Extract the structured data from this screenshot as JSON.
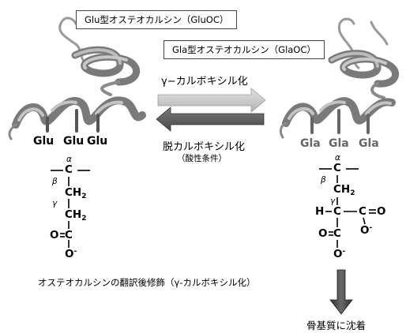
{
  "labels": {
    "glu_form": "Glu型オステオカルシン（GluOC）",
    "gla_form": "Gla型オステオカルシン（GlaOC）",
    "forward_reaction": "γ−カルボキシル化",
    "reverse_reaction": "脱カルボキシル化",
    "reverse_condition": "（酸性条件）",
    "caption": "オステオカルシンの翻訳後修飾（γ-カルボキシル化）",
    "deposition": "骨基質に沈着"
  },
  "residues": {
    "glu": [
      "Glu",
      "Glu",
      "Glu"
    ],
    "gla": [
      "Gla",
      "Gla",
      "Gla"
    ]
  },
  "chem": {
    "alpha": "α",
    "beta": "β",
    "gamma": "γ",
    "c": "C",
    "ch": "CH",
    "two": "2",
    "h": "H",
    "o": "O",
    "minus": "-"
  },
  "colors": {
    "forward_arrow": "#c4c4c4",
    "reverse_arrow": "#5c5c5c",
    "ribbon": "#7a7a7a",
    "ribbon_light": "#bcbcbc",
    "gla_text": "#666666",
    "down_arrow": "#4a4a4a"
  }
}
